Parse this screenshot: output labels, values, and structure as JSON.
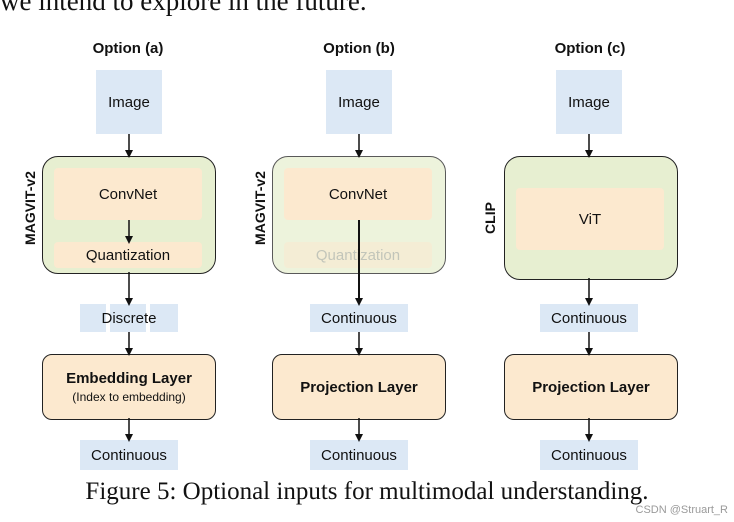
{
  "top_text": "we intend to explore in the future.",
  "options": [
    {
      "title": "Option (a)",
      "input": "Image",
      "encoder_label": "MAGVIT-v2",
      "inner_boxes": [
        "ConvNet",
        "Quantization"
      ],
      "output": "Discrete",
      "layer": "Embedding Layer",
      "layer_sub": "(Index to embedding)",
      "final": "Continuous"
    },
    {
      "title": "Option (b)",
      "input": "Image",
      "encoder_label": "MAGVIT-v2",
      "inner_boxes": [
        "ConvNet",
        "Quantization"
      ],
      "output": "Continuous",
      "layer": "Projection Layer",
      "final": "Continuous"
    },
    {
      "title": "Option (c)",
      "input": "Image",
      "encoder_label": "CLIP",
      "inner_boxes": [
        "ViT"
      ],
      "output": "Continuous",
      "layer": "Projection Layer",
      "final": "Continuous"
    }
  ],
  "caption": "Figure 5: Optional inputs for multimodal understanding.",
  "watermark": "CSDN @Struart_R",
  "colors": {
    "blue_box": "#dce8f5",
    "green_block": "#e7efd1",
    "orange_box": "#fce9cf",
    "arrow": "#111111"
  }
}
